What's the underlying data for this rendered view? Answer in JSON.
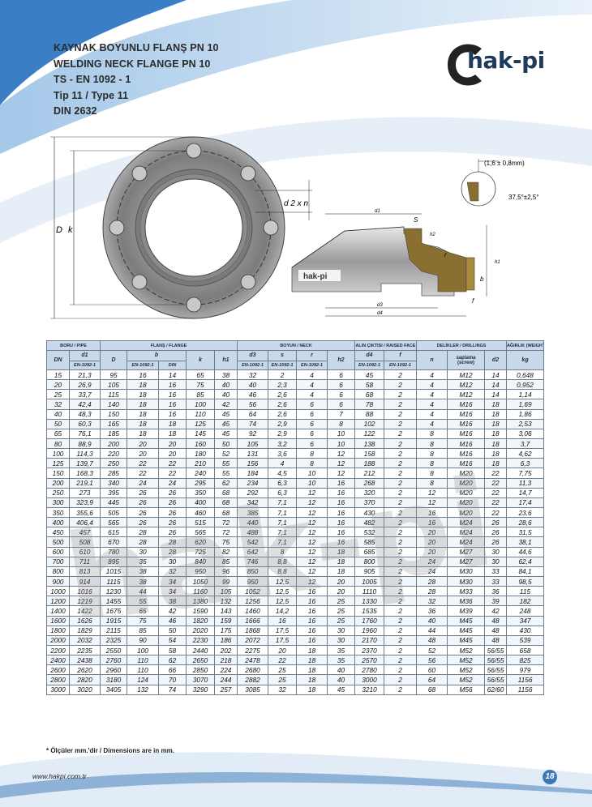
{
  "titles": {
    "line1": "KAYNAK BOYUNLU FLANŞ PN 10",
    "line2": "WELDING NECK FLANGE PN 10",
    "line3": "TS - EN 1092 - 1",
    "line4": "Tip 11 / Type 11",
    "line5": "DIN 2632"
  },
  "logo": {
    "text": "hak-pi",
    "small_text": "hak-pi"
  },
  "drawing_labels": {
    "D": "D",
    "k": "k",
    "d2xn": "d 2 x n",
    "tolerance": "(1,6 ± 0,8mm)",
    "angle": "37,5°±2,5°",
    "d1": "d1",
    "S": "S",
    "h2": "h2",
    "r": "r",
    "h1": "h1",
    "b": "b",
    "f": "f",
    "d3": "d3",
    "d4": "d4"
  },
  "table": {
    "groups": {
      "pipe": "BORU / PIPE",
      "flange": "FLANŞ / FLANGE",
      "neck": "BOYUN / NECK",
      "raised": "ALIN ÇIKTISI / RAISED FACE",
      "drill": "DELİKLER / DRILLINGS",
      "weight": "AĞIRLIK (WEIGHT)"
    },
    "cols": {
      "dn": "DN",
      "d1": "d1",
      "D": "D",
      "b": "b",
      "k": "k",
      "h1": "h1",
      "d3": "d3",
      "s": "s",
      "r": "r",
      "h2": "h2",
      "d4": "d4",
      "f": "f",
      "n": "n",
      "saplama": "saplama (screw)",
      "d2": "d2",
      "kg": "kg"
    },
    "sub": {
      "d1": "EN-1092-1",
      "b_en": "EN-1092-1",
      "b_din": "DIN",
      "d3": "EN-1092-1",
      "s": "EN-1092-1",
      "r": "EN-1092-1",
      "d4": "EN-1092-1",
      "f": "EN-1092-1"
    },
    "rows": [
      [
        "15",
        "21,3",
        "95",
        "16",
        "14",
        "65",
        "38",
        "32",
        "2",
        "4",
        "6",
        "45",
        "2",
        "4",
        "M12",
        "14",
        "0,648"
      ],
      [
        "20",
        "26,9",
        "105",
        "18",
        "16",
        "75",
        "40",
        "40",
        "2,3",
        "4",
        "6",
        "58",
        "2",
        "4",
        "M12",
        "14",
        "0,952"
      ],
      [
        "25",
        "33,7",
        "115",
        "18",
        "16",
        "85",
        "40",
        "46",
        "2,6",
        "4",
        "6",
        "68",
        "2",
        "4",
        "M12",
        "14",
        "1,14"
      ],
      [
        "32",
        "42,4",
        "140",
        "18",
        "16",
        "100",
        "42",
        "56",
        "2,6",
        "6",
        "6",
        "78",
        "2",
        "4",
        "M16",
        "18",
        "1,69"
      ],
      [
        "40",
        "48,3",
        "150",
        "18",
        "16",
        "110",
        "45",
        "64",
        "2,6",
        "6",
        "7",
        "88",
        "2",
        "4",
        "M16",
        "18",
        "1,86"
      ],
      [
        "50",
        "60,3",
        "165",
        "18",
        "18",
        "125",
        "45",
        "74",
        "2,9",
        "6",
        "8",
        "102",
        "2",
        "4",
        "M16",
        "18",
        "2,53"
      ],
      [
        "65",
        "76,1",
        "185",
        "18",
        "18",
        "145",
        "45",
        "92",
        "2,9",
        "6",
        "10",
        "122",
        "2",
        "8",
        "M16",
        "18",
        "3,06"
      ],
      [
        "80",
        "88,9",
        "200",
        "20",
        "20",
        "160",
        "50",
        "105",
        "3,2",
        "6",
        "10",
        "138",
        "2",
        "8",
        "M16",
        "18",
        "3,7"
      ],
      [
        "100",
        "114,3",
        "220",
        "20",
        "20",
        "180",
        "52",
        "131",
        "3,6",
        "8",
        "12",
        "158",
        "2",
        "8",
        "M16",
        "18",
        "4,62"
      ],
      [
        "125",
        "139,7",
        "250",
        "22",
        "22",
        "210",
        "55",
        "156",
        "4",
        "8",
        "12",
        "188",
        "2",
        "8",
        "M16",
        "18",
        "6,3"
      ],
      [
        "150",
        "168,3",
        "285",
        "22",
        "22",
        "240",
        "55",
        "184",
        "4,5",
        "10",
        "12",
        "212",
        "2",
        "8",
        "M20",
        "22",
        "7,75"
      ],
      [
        "200",
        "219,1",
        "340",
        "24",
        "24",
        "295",
        "62",
        "234",
        "6,3",
        "10",
        "16",
        "268",
        "2",
        "8",
        "M20",
        "22",
        "11,3"
      ],
      [
        "250",
        "273",
        "395",
        "26",
        "26",
        "350",
        "68",
        "292",
        "6,3",
        "12",
        "16",
        "320",
        "2",
        "12",
        "M20",
        "22",
        "14,7"
      ],
      [
        "300",
        "323,9",
        "445",
        "26",
        "26",
        "400",
        "68",
        "342",
        "7,1",
        "12",
        "16",
        "370",
        "2",
        "12",
        "M20",
        "22",
        "17,4"
      ],
      [
        "350",
        "355,6",
        "505",
        "26",
        "26",
        "460",
        "68",
        "385",
        "7,1",
        "12",
        "16",
        "430",
        "2",
        "16",
        "M20",
        "22",
        "23,6"
      ],
      [
        "400",
        "406,4",
        "565",
        "26",
        "26",
        "515",
        "72",
        "440",
        "7,1",
        "12",
        "16",
        "482",
        "2",
        "16",
        "M24",
        "26",
        "28,6"
      ],
      [
        "450",
        "457",
        "615",
        "28",
        "26",
        "565",
        "72",
        "488",
        "7,1",
        "12",
        "16",
        "532",
        "2",
        "20",
        "M24",
        "26",
        "31,5"
      ],
      [
        "500",
        "508",
        "670",
        "28",
        "28",
        "620",
        "75",
        "542",
        "7,1",
        "12",
        "16",
        "585",
        "2",
        "20",
        "M24",
        "26",
        "38,1"
      ],
      [
        "600",
        "610",
        "780",
        "30",
        "28",
        "725",
        "82",
        "642",
        "8",
        "12",
        "18",
        "685",
        "2",
        "20",
        "M27",
        "30",
        "44,6"
      ],
      [
        "700",
        "711",
        "895",
        "35",
        "30",
        "840",
        "85",
        "746",
        "8,8",
        "12",
        "18",
        "800",
        "2",
        "24",
        "M27",
        "30",
        "62,4"
      ],
      [
        "800",
        "813",
        "1015",
        "38",
        "32",
        "950",
        "96",
        "850",
        "8,8",
        "12",
        "18",
        "905",
        "2",
        "24",
        "M30",
        "33",
        "84,1"
      ],
      [
        "900",
        "914",
        "1115",
        "38",
        "34",
        "1050",
        "99",
        "950",
        "12,5",
        "12",
        "20",
        "1005",
        "2",
        "28",
        "M30",
        "33",
        "98,5"
      ],
      [
        "1000",
        "1016",
        "1230",
        "44",
        "34",
        "1160",
        "105",
        "1052",
        "12,5",
        "16",
        "20",
        "1110",
        "2",
        "28",
        "M33",
        "36",
        "115"
      ],
      [
        "1200",
        "1219",
        "1455",
        "55",
        "38",
        "1380",
        "132",
        "1256",
        "12,5",
        "16",
        "25",
        "1330",
        "2",
        "32",
        "M36",
        "39",
        "182"
      ],
      [
        "1400",
        "1422",
        "1675",
        "65",
        "42",
        "1590",
        "143",
        "1460",
        "14,2",
        "16",
        "25",
        "1535",
        "2",
        "36",
        "M39",
        "42",
        "248"
      ],
      [
        "1600",
        "1626",
        "1915",
        "75",
        "46",
        "1820",
        "159",
        "1666",
        "16",
        "16",
        "25",
        "1760",
        "2",
        "40",
        "M45",
        "48",
        "347"
      ],
      [
        "1800",
        "1829",
        "2115",
        "85",
        "50",
        "2020",
        "175",
        "1868",
        "17,5",
        "16",
        "30",
        "1960",
        "2",
        "44",
        "M45",
        "48",
        "430"
      ],
      [
        "2000",
        "2032",
        "2325",
        "90",
        "54",
        "2230",
        "186",
        "2072",
        "17,5",
        "16",
        "30",
        "2170",
        "2",
        "48",
        "M45",
        "48",
        "539"
      ],
      [
        "2200",
        "2235",
        "2550",
        "100",
        "58",
        "2440",
        "202",
        "2275",
        "20",
        "18",
        "35",
        "2370",
        "2",
        "52",
        "M52",
        "56/55",
        "658"
      ],
      [
        "2400",
        "2438",
        "2760",
        "110",
        "62",
        "2650",
        "218",
        "2478",
        "22",
        "18",
        "35",
        "2570",
        "2",
        "56",
        "M52",
        "56/55",
        "825"
      ],
      [
        "2600",
        "2620",
        "2960",
        "110",
        "66",
        "2850",
        "224",
        "2680",
        "25",
        "18",
        "40",
        "2780",
        "2",
        "60",
        "M52",
        "56/55",
        "979"
      ],
      [
        "2800",
        "2820",
        "3180",
        "124",
        "70",
        "3070",
        "244",
        "2882",
        "25",
        "18",
        "40",
        "3000",
        "2",
        "64",
        "M52",
        "56/55",
        "1156"
      ],
      [
        "3000",
        "3020",
        "3405",
        "132",
        "74",
        "3290",
        "257",
        "3085",
        "32",
        "18",
        "45",
        "3210",
        "2",
        "68",
        "M56",
        "62/60",
        "1156"
      ]
    ]
  },
  "watermark": "hak-pi",
  "note": "* Ölçüler mm.'dir / Dimensions are in mm.",
  "url": "www.hakpi.com.tr",
  "page_number": "18",
  "colors": {
    "accent": "#3b78b8",
    "header_bg": "#c9d9ec",
    "title": "#2b2b2b"
  }
}
